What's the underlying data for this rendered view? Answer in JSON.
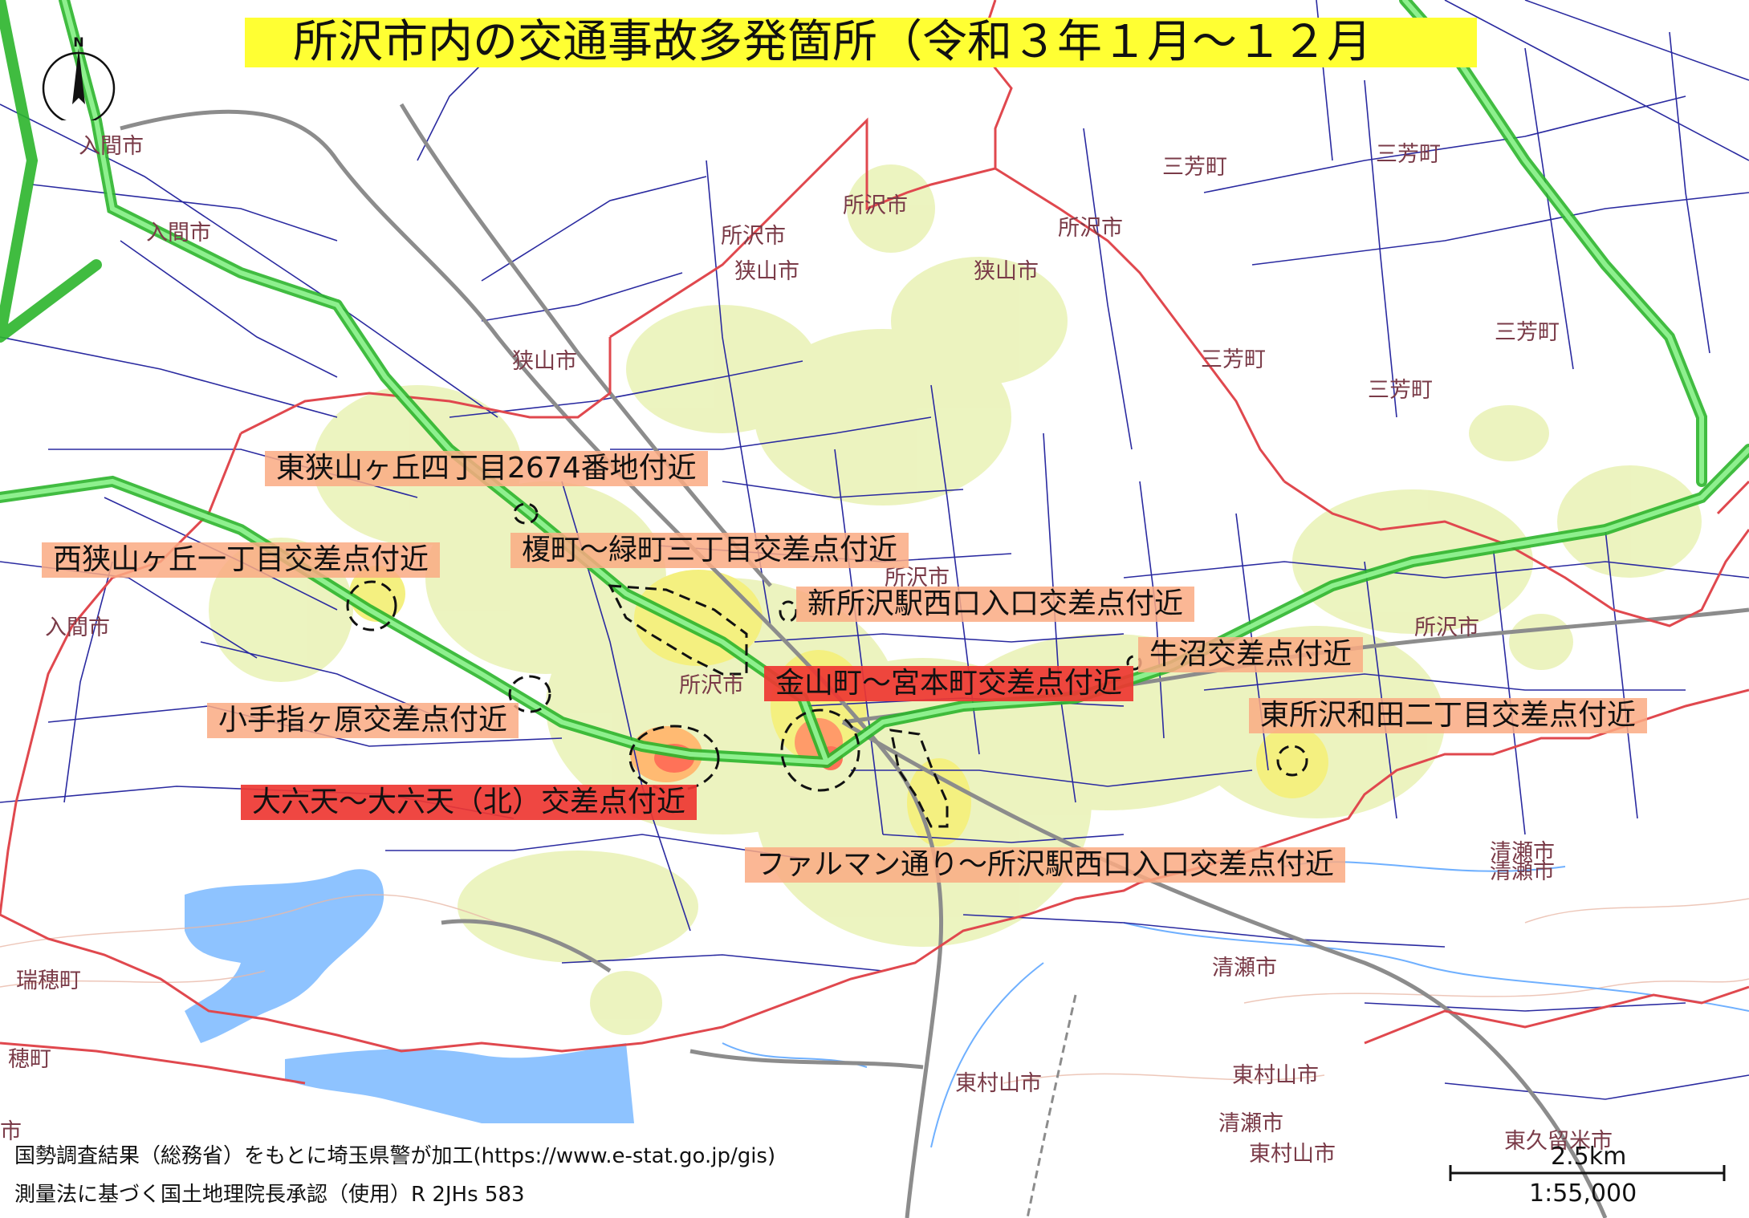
{
  "title": "所沢市内の交通事故多発箇所（令和３年１月～１２月",
  "place_names": [
    "入間市",
    "入間市",
    "入間市",
    "狭山市",
    "狭山市",
    "狭山市",
    "所沢市",
    "所沢市",
    "所沢市",
    "所沢市",
    "所沢市",
    "所沢市",
    "三芳町",
    "三芳町",
    "三芳町",
    "三芳町",
    "三芳町",
    "清瀬市",
    "清瀬市",
    "清瀬市",
    "清瀬市",
    "東村山市",
    "東村山市",
    "東村山市",
    "東久留米市",
    "瑞穂町",
    "穂町",
    "市"
  ],
  "hotspots": [
    {
      "label": "東狭山ヶ丘四丁目2674番地付近",
      "level": "light"
    },
    {
      "label": "西狭山ヶ丘一丁目交差点付近",
      "level": "light"
    },
    {
      "label": "榎町～緑町三丁目交差点付近",
      "level": "light"
    },
    {
      "label": "新所沢駅西口入口交差点付近",
      "level": "light"
    },
    {
      "label": "牛沼交差点付近",
      "level": "light"
    },
    {
      "label": "金山町～宮本町交差点付近",
      "level": "red"
    },
    {
      "label": "東所沢和田二丁目交差点付近",
      "level": "light"
    },
    {
      "label": "小手指ヶ原交差点付近",
      "level": "light"
    },
    {
      "label": "大六天～大六天（北）交差点付近",
      "level": "red"
    },
    {
      "label": "ファルマン通り～所沢駅西口入口交差点付近",
      "level": "light"
    }
  ],
  "credits": {
    "line1": "国勢調査結果（総務省）をもとに埼玉県警が加工(https://www.e-stat.go.jp/gis)",
    "line2": "測量法に基づく国土地理院長承認（使用）R 2JHs 583"
  },
  "scale": {
    "distance": "2.5km",
    "ratio": "1:55,000"
  },
  "north_label": "N",
  "colors": {
    "highway": "#5fe05f",
    "city_boundary": "#e0484e",
    "water": "#8ec3ff",
    "heat_low": "#e9f2b5",
    "heat_high": "#ff5a3c",
    "road": "#2a2aa0"
  }
}
